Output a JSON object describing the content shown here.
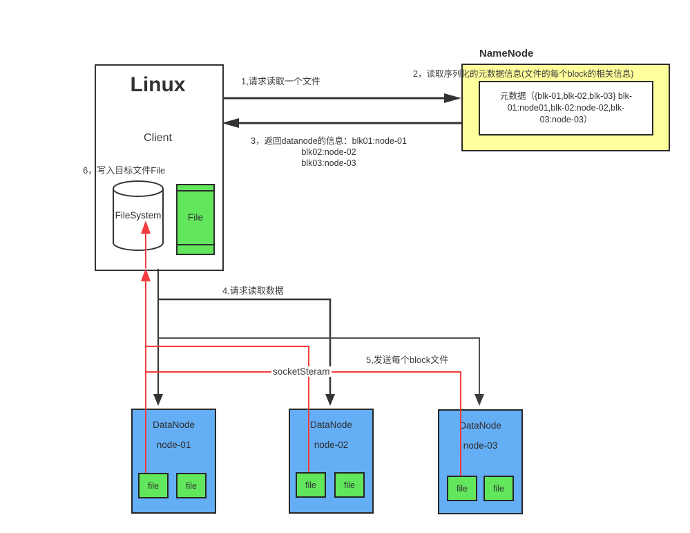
{
  "client": {
    "title": "Linux",
    "subtitle": "Client",
    "filesystem_label": "FileSystem",
    "file_label": "File"
  },
  "namenode": {
    "title": "NameNode",
    "metadata_lines": [
      "元数据（{blk-01,blk-02,blk-03} blk-",
      "01:node01,blk-02:node-02,blk-",
      "03:node-03）"
    ]
  },
  "steps": {
    "step1": "1,请求读取一个文件",
    "step2": "2，读取序列化的元数据信息(文件的每个block的相关信息)",
    "step3_lines": [
      "3，返回datanode的信息：blk01:node-01",
      "blk02:node-02",
      "blk03:node-03"
    ],
    "step4": "4,请求读取数据",
    "step5": "5,发送每个block文件",
    "step6": "6，写入目标文件File",
    "socket_label": "socketSteram"
  },
  "datanodes": [
    {
      "title": "DataNode",
      "node": "node-01",
      "files": [
        "file",
        "file"
      ]
    },
    {
      "title": "DataNode",
      "node": "node-02",
      "files": [
        "file",
        "file"
      ]
    },
    {
      "title": "DataNode",
      "node": "node-03",
      "files": [
        "file",
        "file"
      ]
    }
  ],
  "colors": {
    "arrow_black": "#333333",
    "arrow_gray": "#4f4f4f",
    "arrow_red": "#f43b3b",
    "datanode_blue": "#64aef5",
    "file_green": "#62e75c",
    "namenode_yellow": "#ffff9c"
  }
}
